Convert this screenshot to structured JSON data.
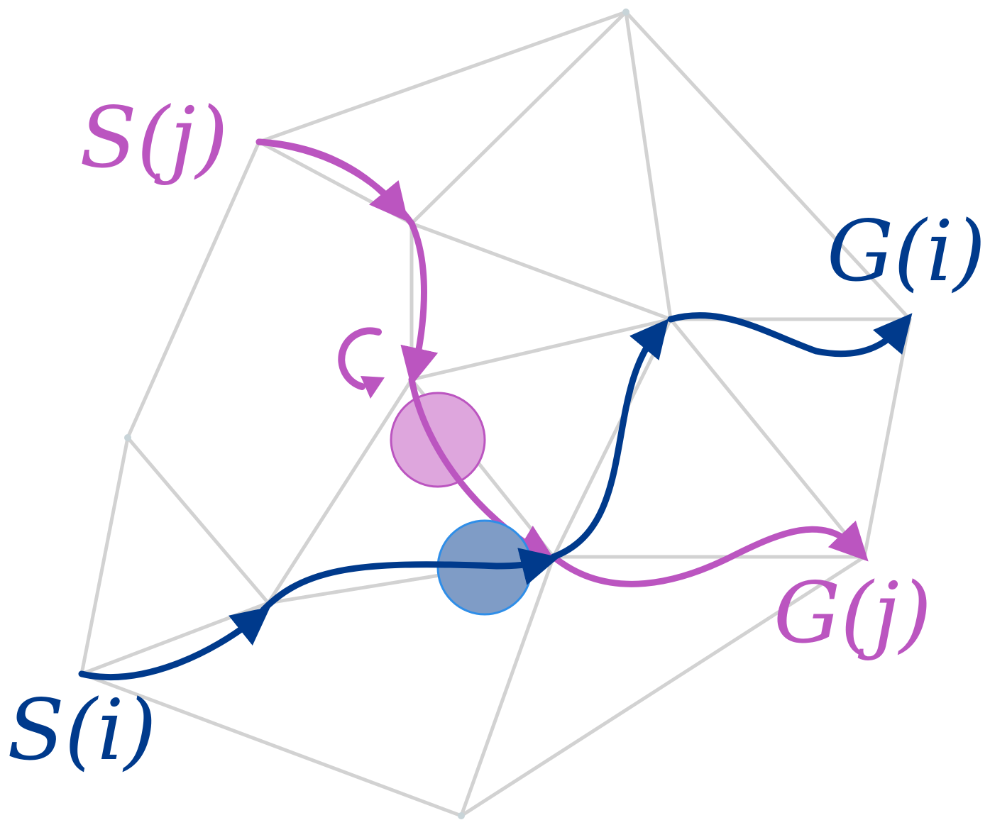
{
  "labels": {
    "start_j": "S(j)",
    "goal_j": "G(j)",
    "start_i": "S(i)",
    "goal_i": "G(i)"
  },
  "colors": {
    "agent_j": "#bb55c0",
    "agent_i": "#003a8c",
    "agent_j_circle_fill": "#dea6dd",
    "agent_i_circle_fill": "#7f9cc6",
    "agent_i_circle_stroke": "#2f8ee8",
    "mesh_edge": "#d2d2d2"
  },
  "icons": {
    "wait": "counterclockwise-circular-arrow-icon"
  }
}
